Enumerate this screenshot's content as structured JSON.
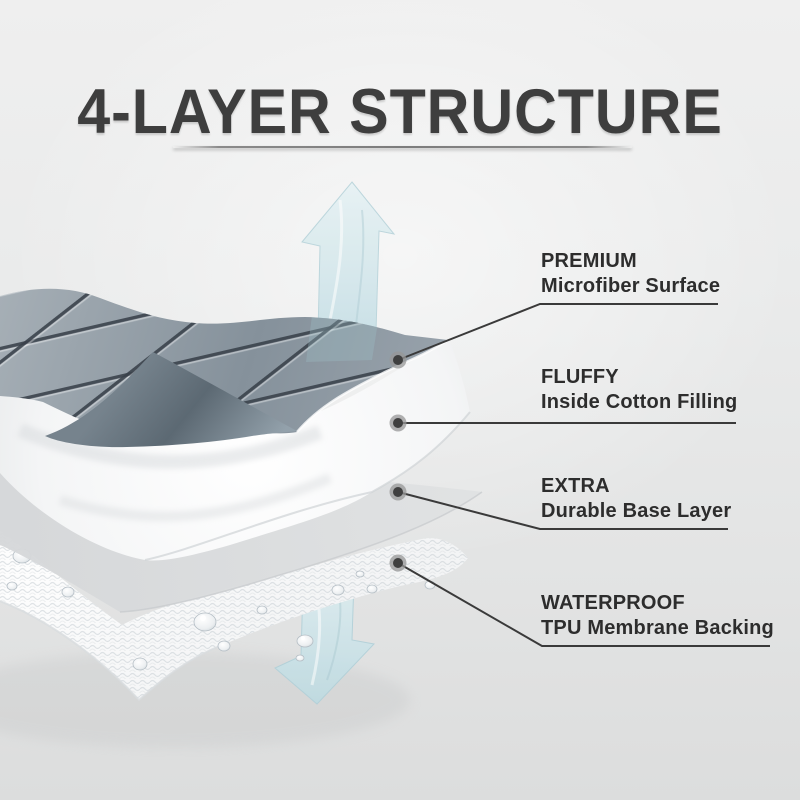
{
  "title": {
    "text": "4-LAYER STRUCTURE"
  },
  "callouts": [
    {
      "id": "premium",
      "heading": "PREMIUM",
      "subheading": "Microfiber Surface"
    },
    {
      "id": "fluffy",
      "heading": "FLUFFY",
      "subheading": "Inside Cotton Filling"
    },
    {
      "id": "extra",
      "heading": "EXTRA",
      "subheading": "Durable Base Layer"
    },
    {
      "id": "waterproof",
      "heading": "WATERPROOF",
      "subheading": "TPU Membrane Backing"
    }
  ],
  "icons": {
    "up_arrow": "↑",
    "down_arrow": "↓",
    "callout_dot": "●"
  },
  "colors": {
    "background": "#e9eaea",
    "title_text": "#3e3e3e",
    "label_text": "#2d2d2d",
    "callout_line": "#3a3a3a",
    "quilt_fabric": "#8d98a2",
    "quilt_seam": "#39414a",
    "fold_underside": "#5d6a74",
    "cotton_layer": "#ffffff",
    "base_layer": "#d9dbdd",
    "tpu_band": "#fbfbfc",
    "arrow_fill": "#cde2e7"
  }
}
